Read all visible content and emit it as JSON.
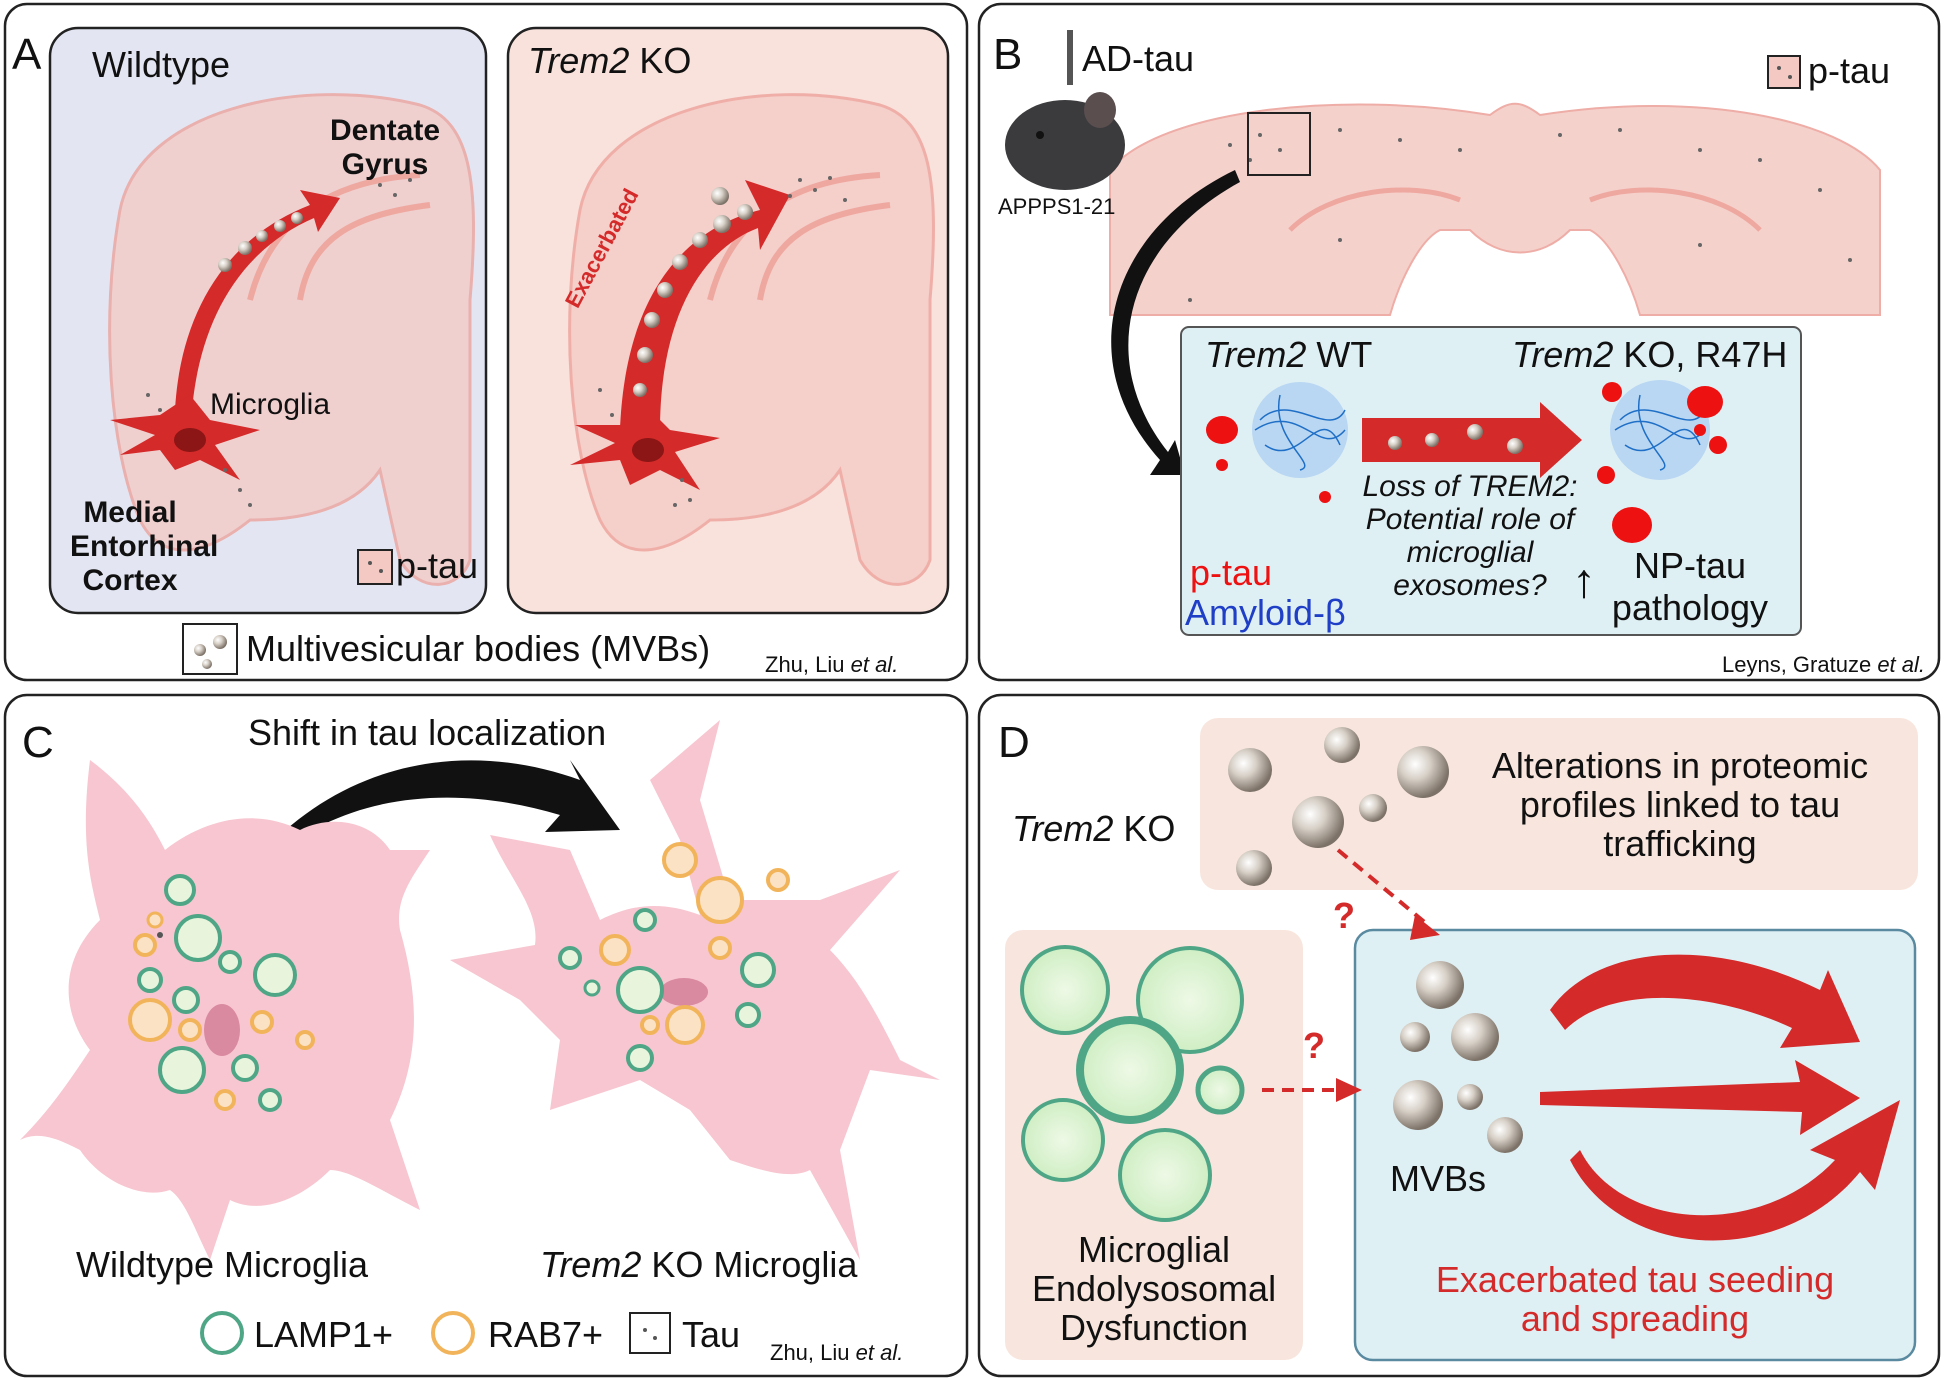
{
  "colors": {
    "wildtype_bg": "#e3e6f2",
    "ko_bg": "#f9e2dc",
    "brain_pink": "#f4c9c4",
    "arrow_red": "#d42a2a",
    "panel_b_box": "#dff0f5",
    "amyloid_blue": "#1f3fc7",
    "ptau_red": "#e11",
    "microglia_pink": "#f7c6d0",
    "lamp1_green": "#4fa687",
    "rab7_orange": "#f2b45a",
    "mvb_grey": "#9a9088"
  },
  "panelA": {
    "letter": "A",
    "wildtype_label": "Wildtype",
    "ko_label_italic": "Trem2",
    "ko_label_rest": " KO",
    "dentate_line1": "Dentate",
    "dentate_line2": "Gyrus",
    "microglia_label": "Microglia",
    "mec_line1": "Medial",
    "mec_line2": "Entorhinal",
    "mec_line3": "Cortex",
    "exacerbated": "Exacerbated",
    "ptau_legend": "p-tau",
    "mvb_legend": "Multivesicular bodies (MVBs)",
    "citation_plain": "Zhu, Liu ",
    "citation_ital": "et al."
  },
  "panelB": {
    "letter": "B",
    "ad_tau": "AD-tau",
    "mouse_label": "APPPS1-21",
    "ptau_legend": "p-tau",
    "wt_label_italic": "Trem2",
    "wt_label_rest": " WT",
    "ko_label_italic": "Trem2",
    "ko_label_rest": " KO, R47H",
    "question_line1": "Loss of TREM2:",
    "question_line2": "Potential role of",
    "question_line3": "microglial",
    "question_line4": "exosomes?",
    "ptau_key": "p-tau",
    "amyloid_key": "Amyloid-β",
    "np_line1": "NP-tau",
    "np_line2": "pathology",
    "up_arrow": "↑",
    "citation_plain": "Leyns, Gratuze ",
    "citation_ital": "et al."
  },
  "panelC": {
    "letter": "C",
    "shift_label": "Shift in tau localization",
    "wt_microglia": "Wildtype Microglia",
    "ko_microglia_italic": "Trem2",
    "ko_microglia_rest": " KO Microglia",
    "lamp1": "LAMP1+",
    "rab7": "RAB7+",
    "tau": "Tau",
    "citation_plain": "Zhu, Liu ",
    "citation_ital": "et al."
  },
  "panelD": {
    "letter": "D",
    "trem2ko_italic": "Trem2",
    "trem2ko_rest": " KO",
    "proteomic_line1": "Alterations in proteomic",
    "proteomic_line2": "profiles linked to tau",
    "proteomic_line3": "trafficking",
    "question1": "?",
    "question2": "?",
    "mvbs": "MVBs",
    "endo_line1": "Microglial",
    "endo_line2": "Endolysosomal",
    "endo_line3": "Dysfunction",
    "exacerbated_line1": "Exacerbated tau seeding",
    "exacerbated_line2": "and spreading"
  }
}
